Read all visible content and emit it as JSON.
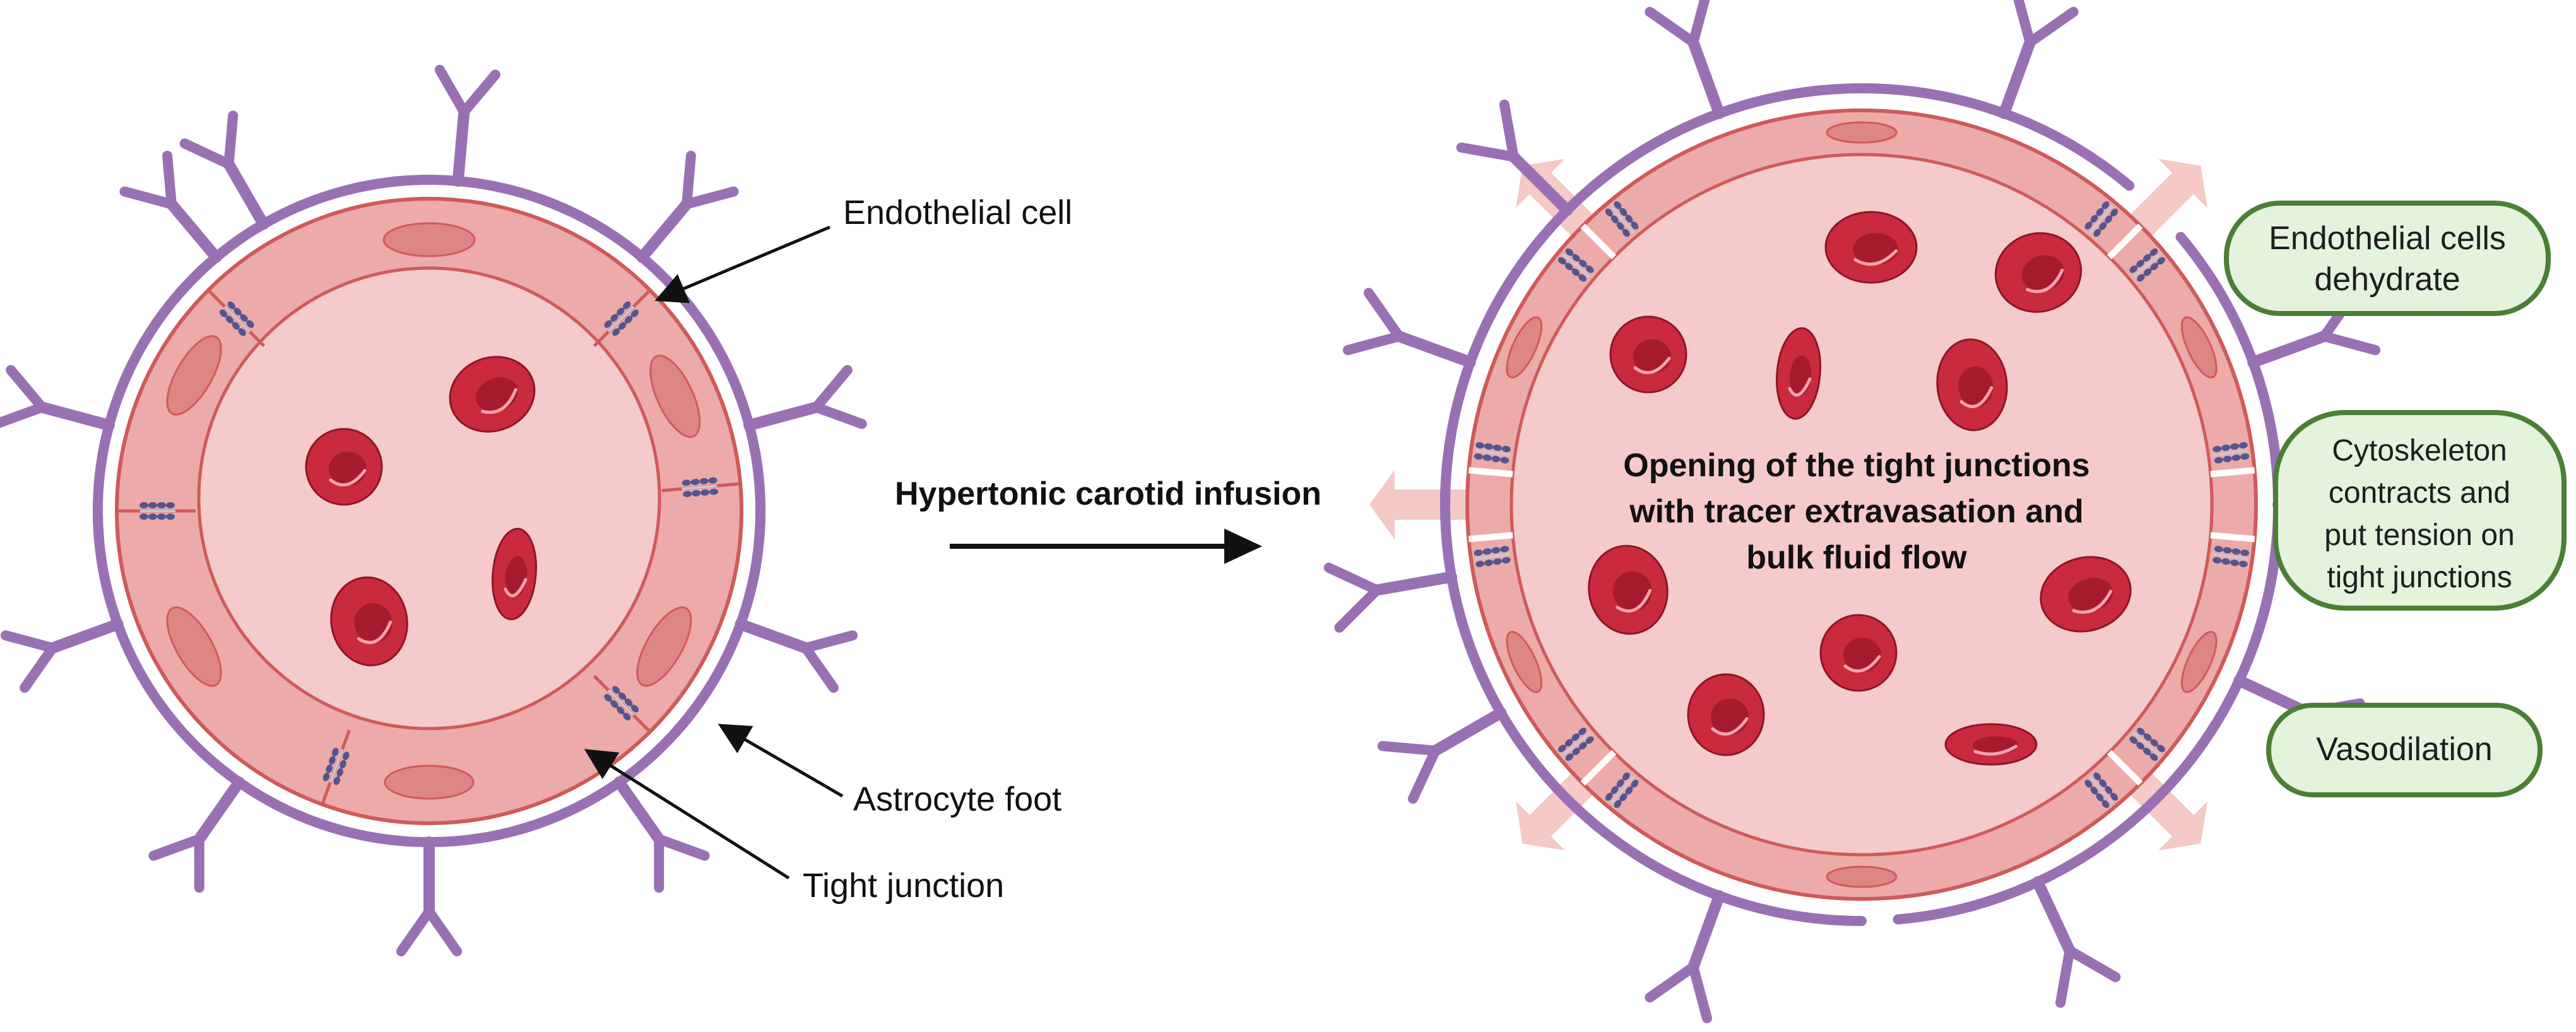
{
  "left_diagram": {
    "labels": {
      "endothelial_cell": "Endothelial cell",
      "astrocyte_foot": "Astrocyte foot",
      "tight_junction": "Tight junction"
    }
  },
  "process_arrow": {
    "label": "Hypertonic carotid infusion"
  },
  "right_diagram": {
    "center_text": [
      "Opening of the tight junctions",
      "with tracer extravasation and",
      "bulk fluid flow"
    ],
    "effect_boxes": [
      {
        "lines": [
          "Endothelial cells",
          "dehydrate"
        ]
      },
      {
        "lines": [
          "Cytoskeleton",
          "contracts and",
          "put tension on",
          "tight junctions"
        ]
      },
      {
        "lines": [
          "Vasodilation"
        ]
      }
    ]
  },
  "colors": {
    "endothelium_fill": "#ecaaa8",
    "endothelium_stroke": "#cf5a5a",
    "lumen_fill": "#f4caca",
    "nucleus_fill": "#de8686",
    "rbc_fill": "#c92a3e",
    "astrocyte_purple": "#9a70b4",
    "junction_blue": "#53558f",
    "outflow_arrow": "#f4c9c6",
    "box_fill": "#e3f3dc",
    "box_stroke": "#4b7f35"
  }
}
